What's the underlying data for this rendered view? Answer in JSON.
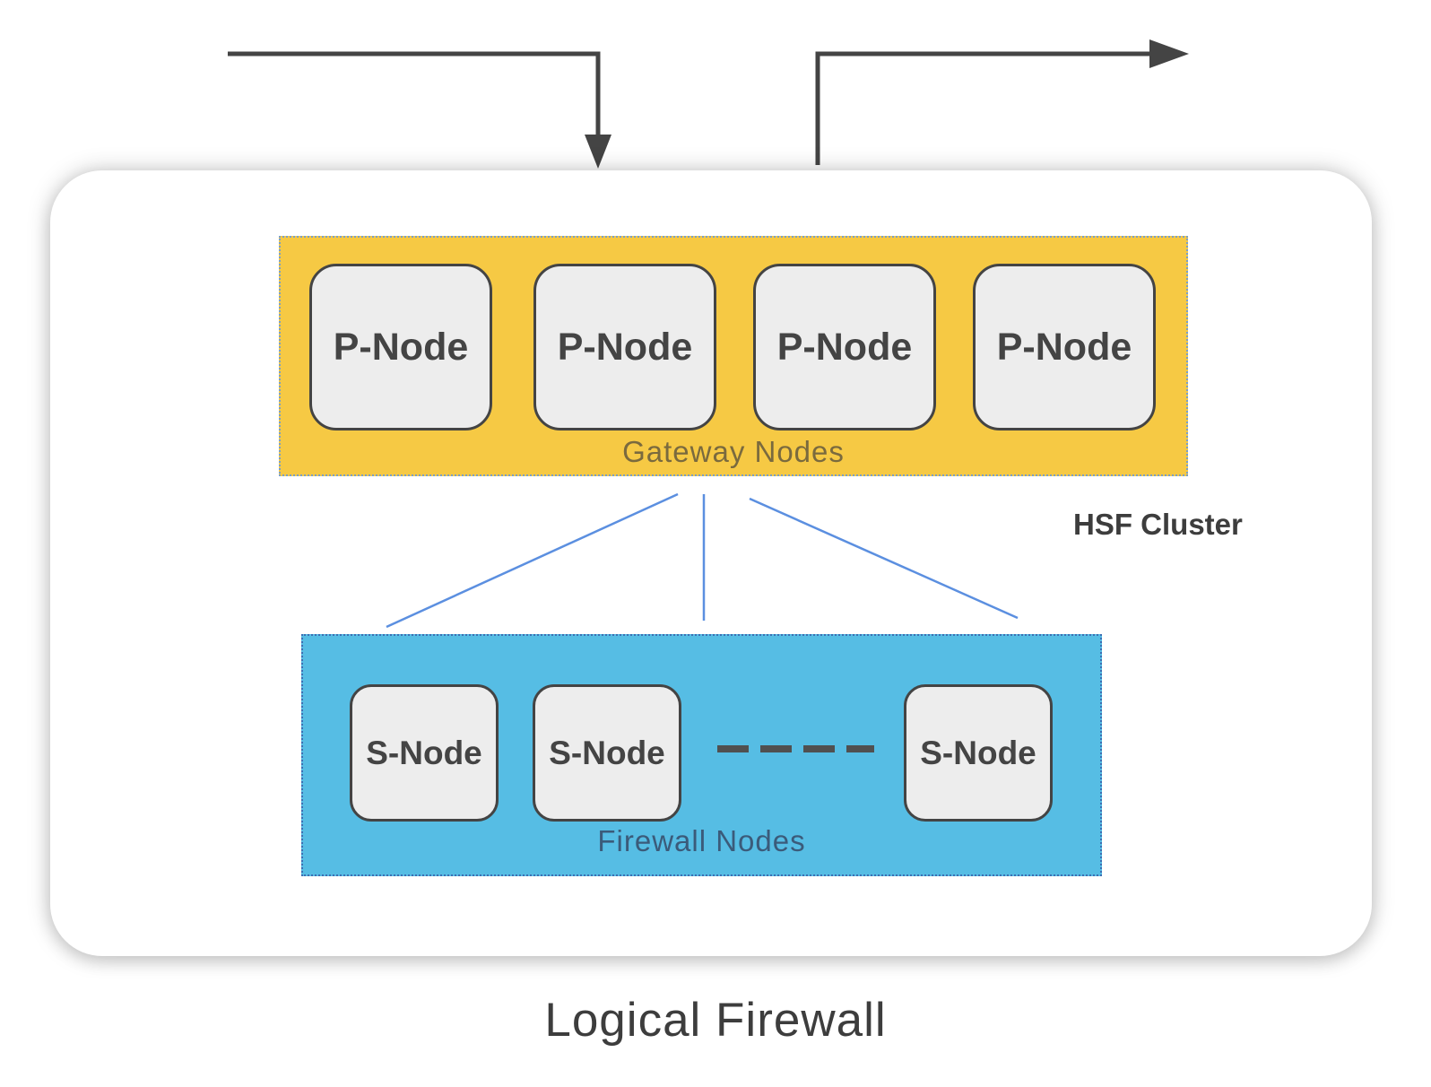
{
  "colors": {
    "gateway_fill": "#f6c944",
    "firewall_fill": "#56bde4",
    "node_fill": "#ededed",
    "node_border": "#444444",
    "connector": "#5b8fe0",
    "arrow": "#444444"
  },
  "cluster": {
    "label": "HSF Cluster"
  },
  "gateway_group": {
    "label": "Gateway Nodes",
    "nodes": [
      "P-Node",
      "P-Node",
      "P-Node",
      "P-Node"
    ]
  },
  "firewall_group": {
    "label": "Firewall Nodes",
    "nodes": [
      "S-Node",
      "S-Node",
      "S-Node"
    ]
  },
  "caption": "Logical Firewall"
}
